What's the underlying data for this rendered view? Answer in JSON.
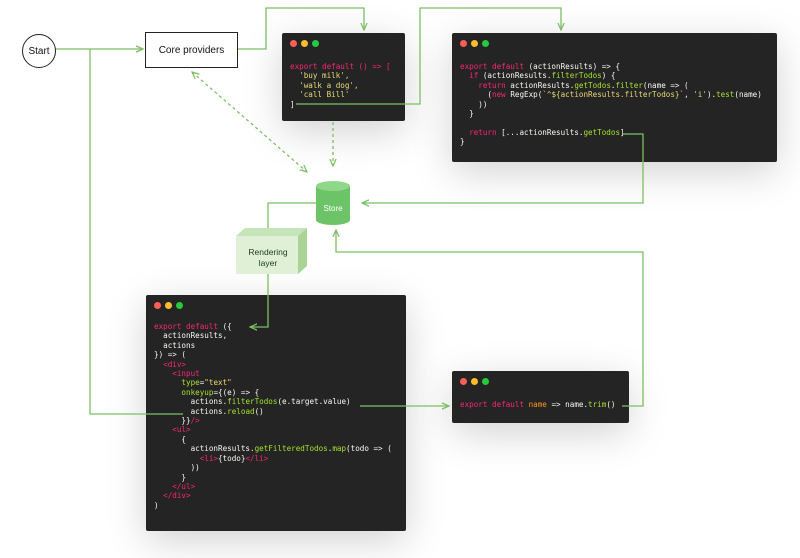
{
  "nodes": {
    "start": "Start",
    "core_providers": "Core providers",
    "store": "Store",
    "rendering_layer": [
      "Rendering",
      "layer"
    ]
  },
  "code_windows": {
    "todos": [
      [
        {
          "t": "export default () => [",
          "c": "kw"
        }
      ],
      [
        {
          "t": "  'buy milk',",
          "c": "str"
        }
      ],
      [
        {
          "t": "  'walk a dog',",
          "c": "str"
        }
      ],
      [
        {
          "t": "  'call Bill'",
          "c": "str"
        }
      ],
      [
        {
          "t": "]",
          "c": "pl"
        }
      ]
    ],
    "filter_todos": [
      [
        {
          "t": "export default ",
          "c": "kw"
        },
        {
          "t": "(actionResults) => {",
          "c": "pl"
        }
      ],
      [
        {
          "t": "  if ",
          "c": "kw"
        },
        {
          "t": "(actionResults.",
          "c": "pl"
        },
        {
          "t": "filterTodos",
          "c": "fn"
        },
        {
          "t": ") {",
          "c": "pl"
        }
      ],
      [
        {
          "t": "    return ",
          "c": "kw"
        },
        {
          "t": "actionResults.",
          "c": "pl"
        },
        {
          "t": "getTodos",
          "c": "fn"
        },
        {
          "t": ".",
          "c": "pl"
        },
        {
          "t": "filter",
          "c": "fn"
        },
        {
          "t": "(name => (",
          "c": "pl"
        }
      ],
      [
        {
          "t": "      (",
          "c": "pl"
        },
        {
          "t": "new ",
          "c": "kw"
        },
        {
          "t": "RegExp(",
          "c": "pl"
        },
        {
          "t": "`^${actionResults.filterTodos}`",
          "c": "str"
        },
        {
          "t": ", ",
          "c": "pl"
        },
        {
          "t": "'i'",
          "c": "str"
        },
        {
          "t": ").",
          "c": "pl"
        },
        {
          "t": "test",
          "c": "fn"
        },
        {
          "t": "(name)",
          "c": "pl"
        }
      ],
      [
        {
          "t": "    ))",
          "c": "pl"
        }
      ],
      [
        {
          "t": "  }",
          "c": "pl"
        }
      ],
      [
        {
          "t": "",
          "c": "pl"
        }
      ],
      [
        {
          "t": "  return ",
          "c": "kw"
        },
        {
          "t": "[...actionResults.",
          "c": "pl"
        },
        {
          "t": "getTodos",
          "c": "fn"
        },
        {
          "t": "]",
          "c": "pl"
        }
      ],
      [
        {
          "t": "}",
          "c": "pl"
        }
      ]
    ],
    "render": [
      [
        {
          "t": "export default ",
          "c": "kw"
        },
        {
          "t": "({",
          "c": "pl"
        }
      ],
      [
        {
          "t": "  actionResults,",
          "c": "pl"
        }
      ],
      [
        {
          "t": "  actions",
          "c": "pl"
        }
      ],
      [
        {
          "t": "}) => (",
          "c": "pl"
        }
      ],
      [
        {
          "t": "  <div>",
          "c": "tag"
        }
      ],
      [
        {
          "t": "    <input",
          "c": "tag"
        }
      ],
      [
        {
          "t": "      type",
          "c": "attr"
        },
        {
          "t": "=",
          "c": "pl"
        },
        {
          "t": "\"text\"",
          "c": "str"
        }
      ],
      [
        {
          "t": "      onkeyup",
          "c": "attr"
        },
        {
          "t": "={(e) => {",
          "c": "pl"
        }
      ],
      [
        {
          "t": "        actions.",
          "c": "pl"
        },
        {
          "t": "filterTodos",
          "c": "fn"
        },
        {
          "t": "(e.target.value)",
          "c": "pl"
        }
      ],
      [
        {
          "t": "        actions.",
          "c": "pl"
        },
        {
          "t": "reload",
          "c": "fn"
        },
        {
          "t": "()",
          "c": "pl"
        }
      ],
      [
        {
          "t": "      }}",
          "c": "pl"
        },
        {
          "t": "/>",
          "c": "tag"
        }
      ],
      [
        {
          "t": "    <ul>",
          "c": "tag"
        }
      ],
      [
        {
          "t": "      {",
          "c": "pl"
        }
      ],
      [
        {
          "t": "        actionResults.",
          "c": "pl"
        },
        {
          "t": "getFilteredTodos",
          "c": "fn"
        },
        {
          "t": ".",
          "c": "pl"
        },
        {
          "t": "map",
          "c": "fn"
        },
        {
          "t": "(todo => (",
          "c": "pl"
        }
      ],
      [
        {
          "t": "          ",
          "c": "pl"
        },
        {
          "t": "<li>",
          "c": "tag"
        },
        {
          "t": "{todo}",
          "c": "pl"
        },
        {
          "t": "</li>",
          "c": "tag"
        }
      ],
      [
        {
          "t": "        ))",
          "c": "pl"
        }
      ],
      [
        {
          "t": "      }",
          "c": "pl"
        }
      ],
      [
        {
          "t": "    </ul>",
          "c": "tag"
        }
      ],
      [
        {
          "t": "  </div>",
          "c": "tag"
        }
      ],
      [
        {
          "t": ")",
          "c": "pl"
        }
      ]
    ],
    "trim": [
      [
        {
          "t": "export default ",
          "c": "kw"
        },
        {
          "t": "name",
          "c": "pr"
        },
        {
          "t": " => ",
          "c": "pl"
        },
        {
          "t": "name.",
          "c": "pl"
        },
        {
          "t": "trim",
          "c": "fn"
        },
        {
          "t": "()",
          "c": "pl"
        }
      ]
    ]
  },
  "colors": {
    "wire": "#7cbf63",
    "code_bg": "#242424",
    "store_fill": "#6dc468",
    "render_face": "#dff0d6"
  }
}
